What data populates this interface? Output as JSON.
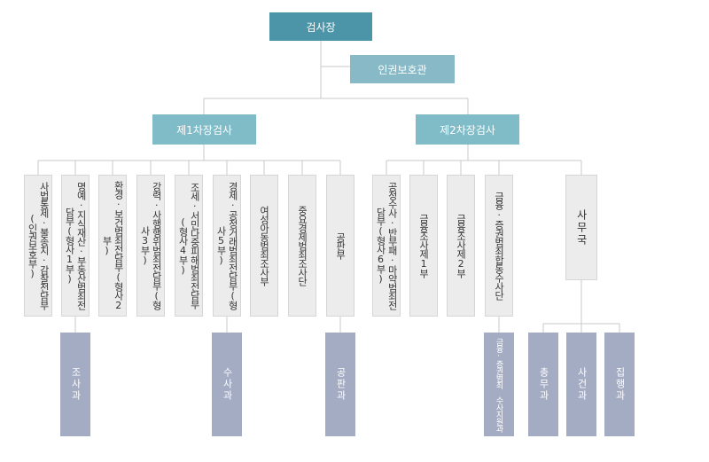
{
  "colors": {
    "chief": "#4c95a8",
    "human_rights": "#87b9c6",
    "deputy": "#7fbcc8",
    "sub_unit": "#a4acc3",
    "connector": "#c9c9c9"
  },
  "chief": {
    "label": "검사장"
  },
  "human_rights": {
    "label": "인권보호관"
  },
  "deputy1": {
    "label": "제1차장검사",
    "depts": [
      {
        "label": "사법통제·불송치·감찰전담부(인권보호부)"
      },
      {
        "label": "명예·지식재산·부동산범죄전담부(형사1부)"
      },
      {
        "label": "환경·보건범죄전담부(형사2부)"
      },
      {
        "label": "강력·사행행위범죄전담부(형사3부)"
      },
      {
        "label": "조세·서민다중피해범죄전담부(형사4부)"
      },
      {
        "label": "경제·공정거래범죄전담부(형사5부)"
      },
      {
        "label": "여성아동범죄조사부"
      },
      {
        "label": "중요경제범죄조사단"
      },
      {
        "label": "공판부"
      }
    ]
  },
  "deputy2": {
    "label": "제2차장검사",
    "depts": [
      {
        "label": "공정수사·반부패·마약범죄전담부(형사6부)"
      },
      {
        "label": "금융조사제1부"
      },
      {
        "label": "금융조사제2부"
      },
      {
        "label": "금융·증권범죄합동수사단"
      }
    ],
    "office": {
      "label": "사무국"
    }
  },
  "sub_units": {
    "investigation": "조사과",
    "inquiry": "수사과",
    "trial": "공판과",
    "financial_support": "금융·증권범죄 수사지원과",
    "general_affairs": "총무과",
    "case": "사건과",
    "enforcement": "집행과"
  }
}
